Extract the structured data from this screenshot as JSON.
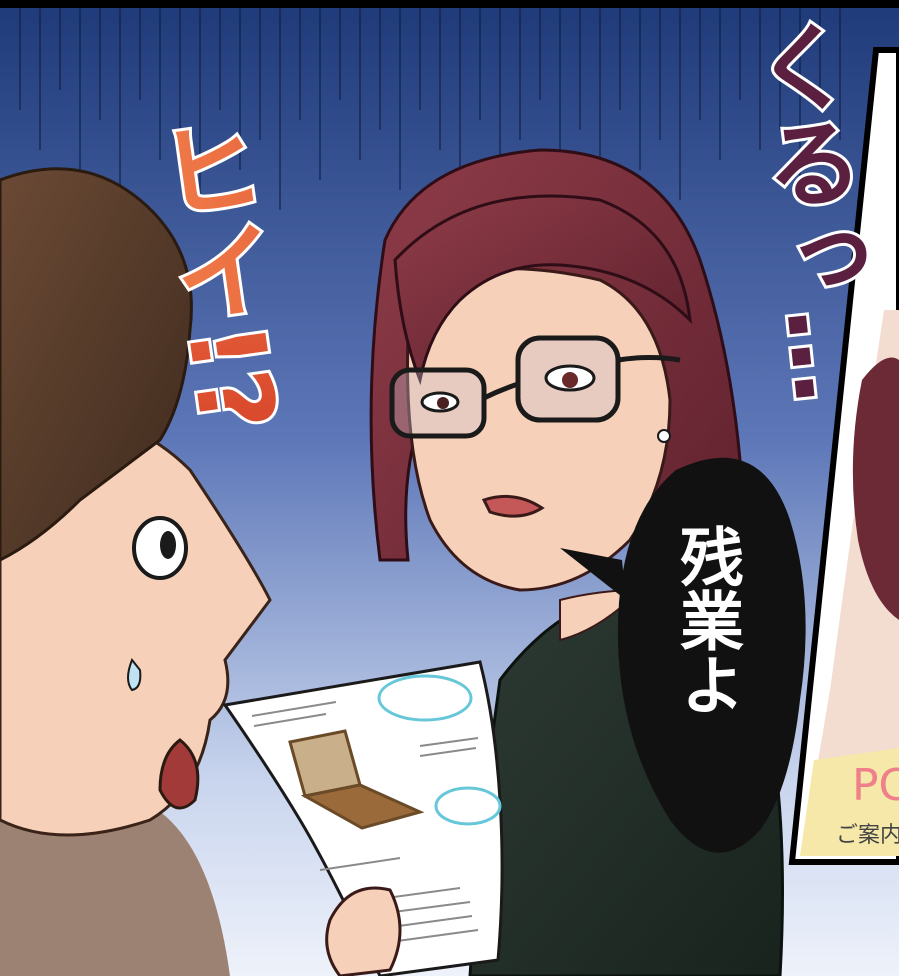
{
  "comic_panel": {
    "sfx_turn": "くるっ…",
    "sfx_surprise": "ヒイ!?",
    "speech_bubble": "残業よ",
    "poster_title": "PC",
    "poster_subtitle": "ご案内"
  },
  "colors": {
    "sky_top": "#1f3a78",
    "sky_bottom": "#dfe7f5",
    "sfx_surprise": "#e9643c",
    "sfx_turn": "#5b2040",
    "bubble": "#111111",
    "hair_woman": "#7a2e3a",
    "jacket": "#233029",
    "hair_man": "#5a4030",
    "skin": "#f6d0b8"
  }
}
